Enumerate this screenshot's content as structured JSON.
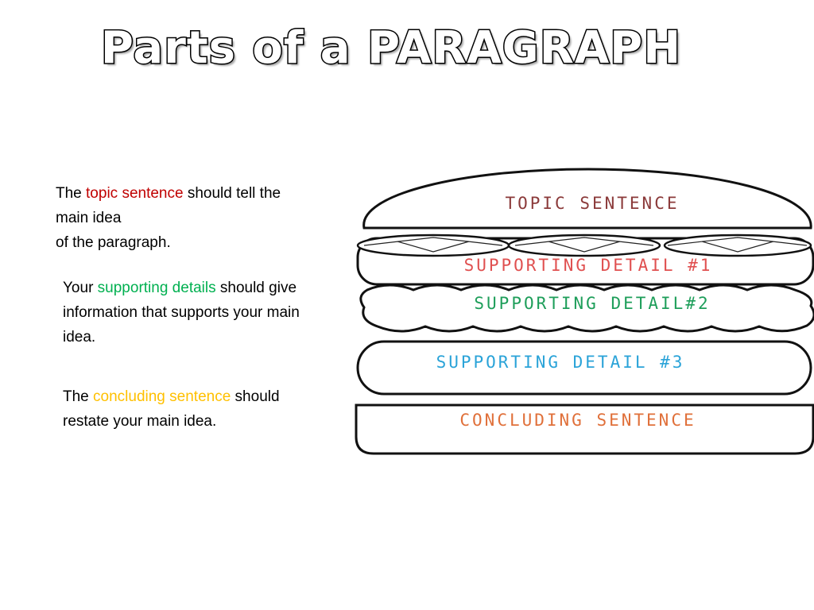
{
  "title": "Parts of a PARAGRAPH",
  "paragraphs": {
    "topic": {
      "before": "The ",
      "highlight": "topic sentence",
      "after_line1": " should tell the",
      "line2": "main idea",
      "line3": "of the paragraph."
    },
    "supporting": {
      "before": "Your ",
      "highlight": "supporting details",
      "after_line1": " should give",
      "line2": "information that supports your main",
      "line3": "idea."
    },
    "concluding": {
      "before": "The ",
      "highlight": "concluding sentence",
      "after_line1": " should",
      "line2": "restate your main idea."
    }
  },
  "burger_labels": {
    "top_bun": "TOPIC SENTENCE",
    "patty": "SUPPORTING DETAIL #1",
    "lettuce": "SUPPORTING DETAIL#2",
    "cheese": "SUPPORTING DETAIL #3",
    "bottom_bun": "CONCLUDING SENTENCE"
  },
  "colors": {
    "topic": "#c00000",
    "supporting": "#00b050",
    "concluding": "#ffc000",
    "label_topic": "#8b3a3a",
    "label_detail1": "#e05050",
    "label_detail2": "#1e9e5a",
    "label_detail3": "#2aa3d8",
    "label_concluding": "#e0703a"
  }
}
